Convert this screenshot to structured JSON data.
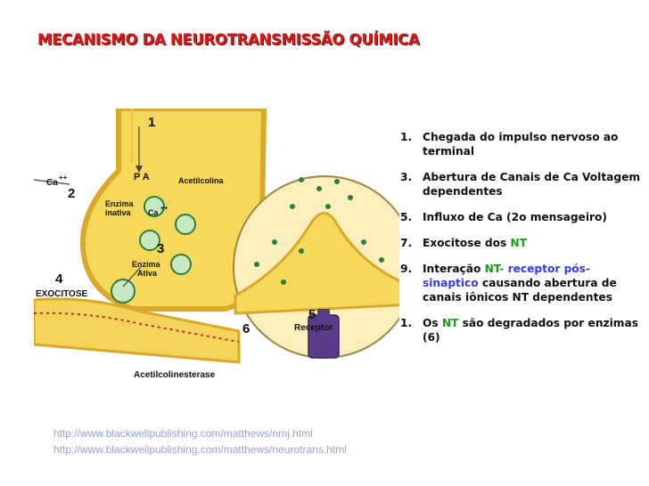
{
  "title": "MECANISMO DA NEUROTRANSMISSÃO QUÍMICA",
  "figure": {
    "labels": {
      "n1": "1",
      "n2": "2",
      "n3": "3",
      "n4": "4",
      "n5": "5",
      "n6": "6",
      "ca_outer": "Ca",
      "ca_outer_sup": "++",
      "pa": "P A",
      "acetilcolina": "Acetilcolina",
      "enzima_inativa_1": "Enzima",
      "enzima_inativa_2": "inativa",
      "ca_inner": "Ca",
      "ca_inner_sup": "++",
      "enzima_ativa_1": "Enzima",
      "enzima_ativa_2": "Ativa",
      "exocitose": "EXOCITOSE",
      "receptor": "Receptor",
      "acetilcolinesterase": "Acetilcolinesterase"
    }
  },
  "steps": [
    {
      "num": "1.",
      "parts": [
        {
          "t": "Chegada do impulso nervoso ao terminal",
          "c": ""
        }
      ]
    },
    {
      "num": "3.",
      "parts": [
        {
          "t": "Abertura de Canais de Ca Voltagem dependentes",
          "c": ""
        }
      ]
    },
    {
      "num": "5.",
      "parts": [
        {
          "t": "Influxo de Ca  (2o mensageiro)",
          "c": ""
        }
      ]
    },
    {
      "num": "7.",
      "parts": [
        {
          "t": "Exocitose dos ",
          "c": ""
        },
        {
          "t": "NT",
          "c": "green"
        }
      ]
    },
    {
      "num": "9.",
      "parts": [
        {
          "t": "Interação ",
          "c": ""
        },
        {
          "t": "NT-",
          "c": "green"
        },
        {
          "t": " receptor pós-sinaptico",
          "c": "blue"
        },
        {
          "t": " causando abertura de canais iônicos NT dependentes",
          "c": ""
        }
      ]
    },
    {
      "num": "1.",
      "parts": [
        {
          "t": "Os ",
          "c": ""
        },
        {
          "t": "NT",
          "c": "green"
        },
        {
          "t": " são degradados por enzimas (6)",
          "c": ""
        }
      ]
    }
  ],
  "links": [
    "http://www.blackwellpublishing.com/matthews/nmj.html",
    "http://www.blackwellpublishing.com/matthews/neurotrans.html"
  ],
  "colors": {
    "title": "#d41a1a",
    "terminal": "#f6d95a",
    "membrane": "#e8c84a",
    "vesicle": "#2e7d3a",
    "receptor": "#5b3c8c",
    "nt_highlight": "#1a9a1a",
    "receptor_highlight": "#3a3ae0",
    "link": "#9aa0d8"
  }
}
